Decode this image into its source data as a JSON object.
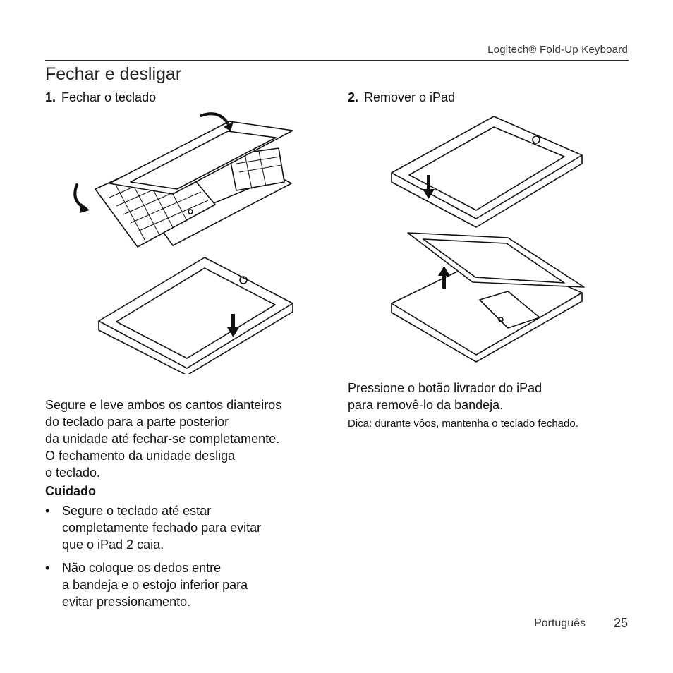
{
  "header": {
    "brand": "Logitech® Fold-Up Keyboard"
  },
  "page_title": "Fechar e desligar",
  "step1": {
    "number": "1.",
    "label": "Fechar o teclado"
  },
  "step2": {
    "number": "2.",
    "label": "Remover o iPad"
  },
  "left_text": {
    "lines": [
      "Segure e leve ambos os cantos dianteiros",
      "do teclado para a parte posterior",
      "da unidade até fechar-se completamente.",
      "O fechamento da unidade desliga",
      "o teclado."
    ]
  },
  "caution": {
    "heading": "Cuidado",
    "items": [
      [
        "Segure o teclado até estar",
        "completamente fechado para evitar",
        "que o iPad 2 caia."
      ],
      [
        "Não coloque os dedos entre",
        "a bandeja e o estojo inferior para",
        "evitar pressionamento."
      ]
    ]
  },
  "right_text": {
    "lines": [
      "Pressione o botão livrador do iPad",
      "para removê-lo da bandeja."
    ],
    "tip": "Dica: durante vôos, mantenha o teclado fechado."
  },
  "footer": {
    "language": "Português",
    "page_number": "25"
  },
  "colors": {
    "text": "#111111",
    "rule": "#222222"
  }
}
